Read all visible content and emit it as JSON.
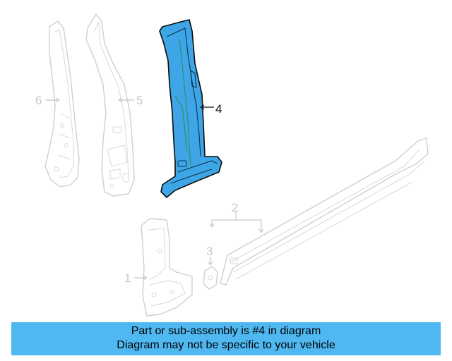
{
  "callouts": {
    "part_1": "1",
    "part_2": "2",
    "part_3": "3",
    "part_4": "4",
    "part_5": "5",
    "part_6": "6"
  },
  "highlighted_part": "4",
  "colors": {
    "highlight_fill": "#3ea6e6",
    "banner_background": "#4fb8f0",
    "ghost_lines": "#cfcfcf"
  },
  "banner": {
    "line1": "Part or sub-assembly is #4 in diagram",
    "line2": "Diagram may not be specific to your vehicle"
  }
}
